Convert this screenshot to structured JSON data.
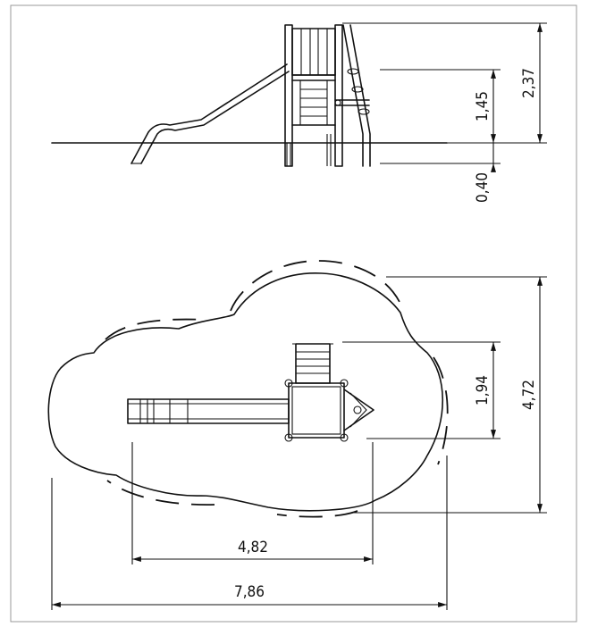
{
  "side_view": {
    "dimensions": [
      {
        "key": "height_total",
        "label": "2,37"
      },
      {
        "key": "platform_height",
        "label": "1,45"
      },
      {
        "key": "foundation_depth",
        "label": "0,40"
      }
    ]
  },
  "plan_view": {
    "dimensions": [
      {
        "key": "platform_depth",
        "label": "1,94"
      },
      {
        "key": "safety_area_depth",
        "label": "4,72"
      },
      {
        "key": "equipment_length",
        "label": "4,82"
      },
      {
        "key": "safety_area_length",
        "label": "7,86"
      }
    ]
  }
}
